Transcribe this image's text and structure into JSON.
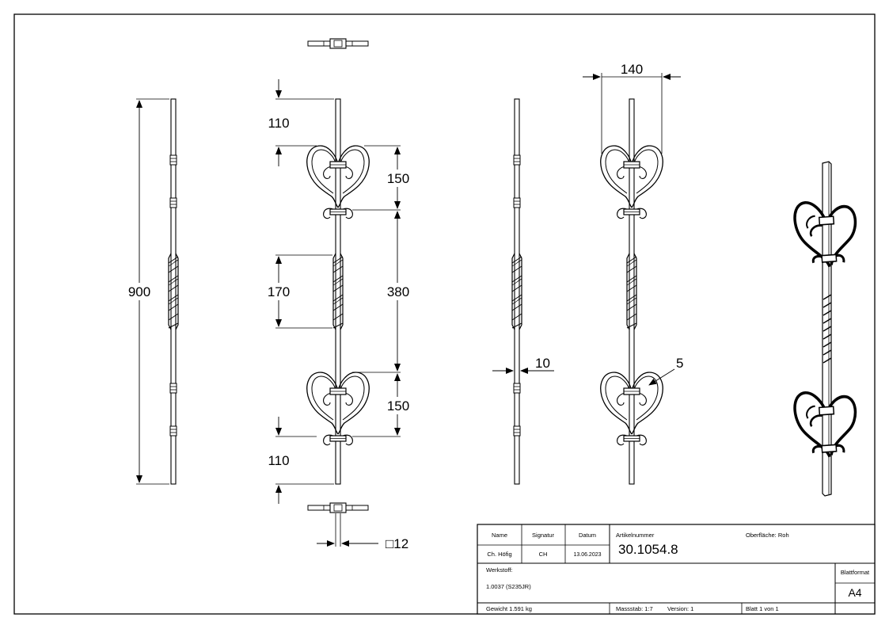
{
  "dimensions": {
    "total_height": "900",
    "top_offset": "110",
    "bottom_offset": "110",
    "scroll_height_top": "150",
    "scroll_height_bottom": "150",
    "twist_length": "170",
    "scroll_spacing": "380",
    "width": "140",
    "bar_thickness": "10",
    "scroll_radius": "5",
    "square_profile": "□12"
  },
  "title_block": {
    "name_label": "Name",
    "signatur_label": "Signatur",
    "datum_label": "Datum",
    "name_value": "Ch. Höfig",
    "signatur_value": "CH",
    "datum_value": "13.06.2023",
    "artikelnummer_label": "Artikelnummer",
    "artikelnummer_value": "30.1054.8",
    "oberflaeche": "Oberfläche:  Roh",
    "werkstoff_label": "Werkstoff:",
    "werkstoff_value": "1.0037 (S235JR)",
    "blattformat_label": "Blattformat",
    "blattformat_value": "A4",
    "gewicht": "Gewicht 1.591 kg",
    "massstab": "Massstab: 1:7",
    "version": "Version: 1",
    "blatt": "Blatt 1 von 1"
  }
}
